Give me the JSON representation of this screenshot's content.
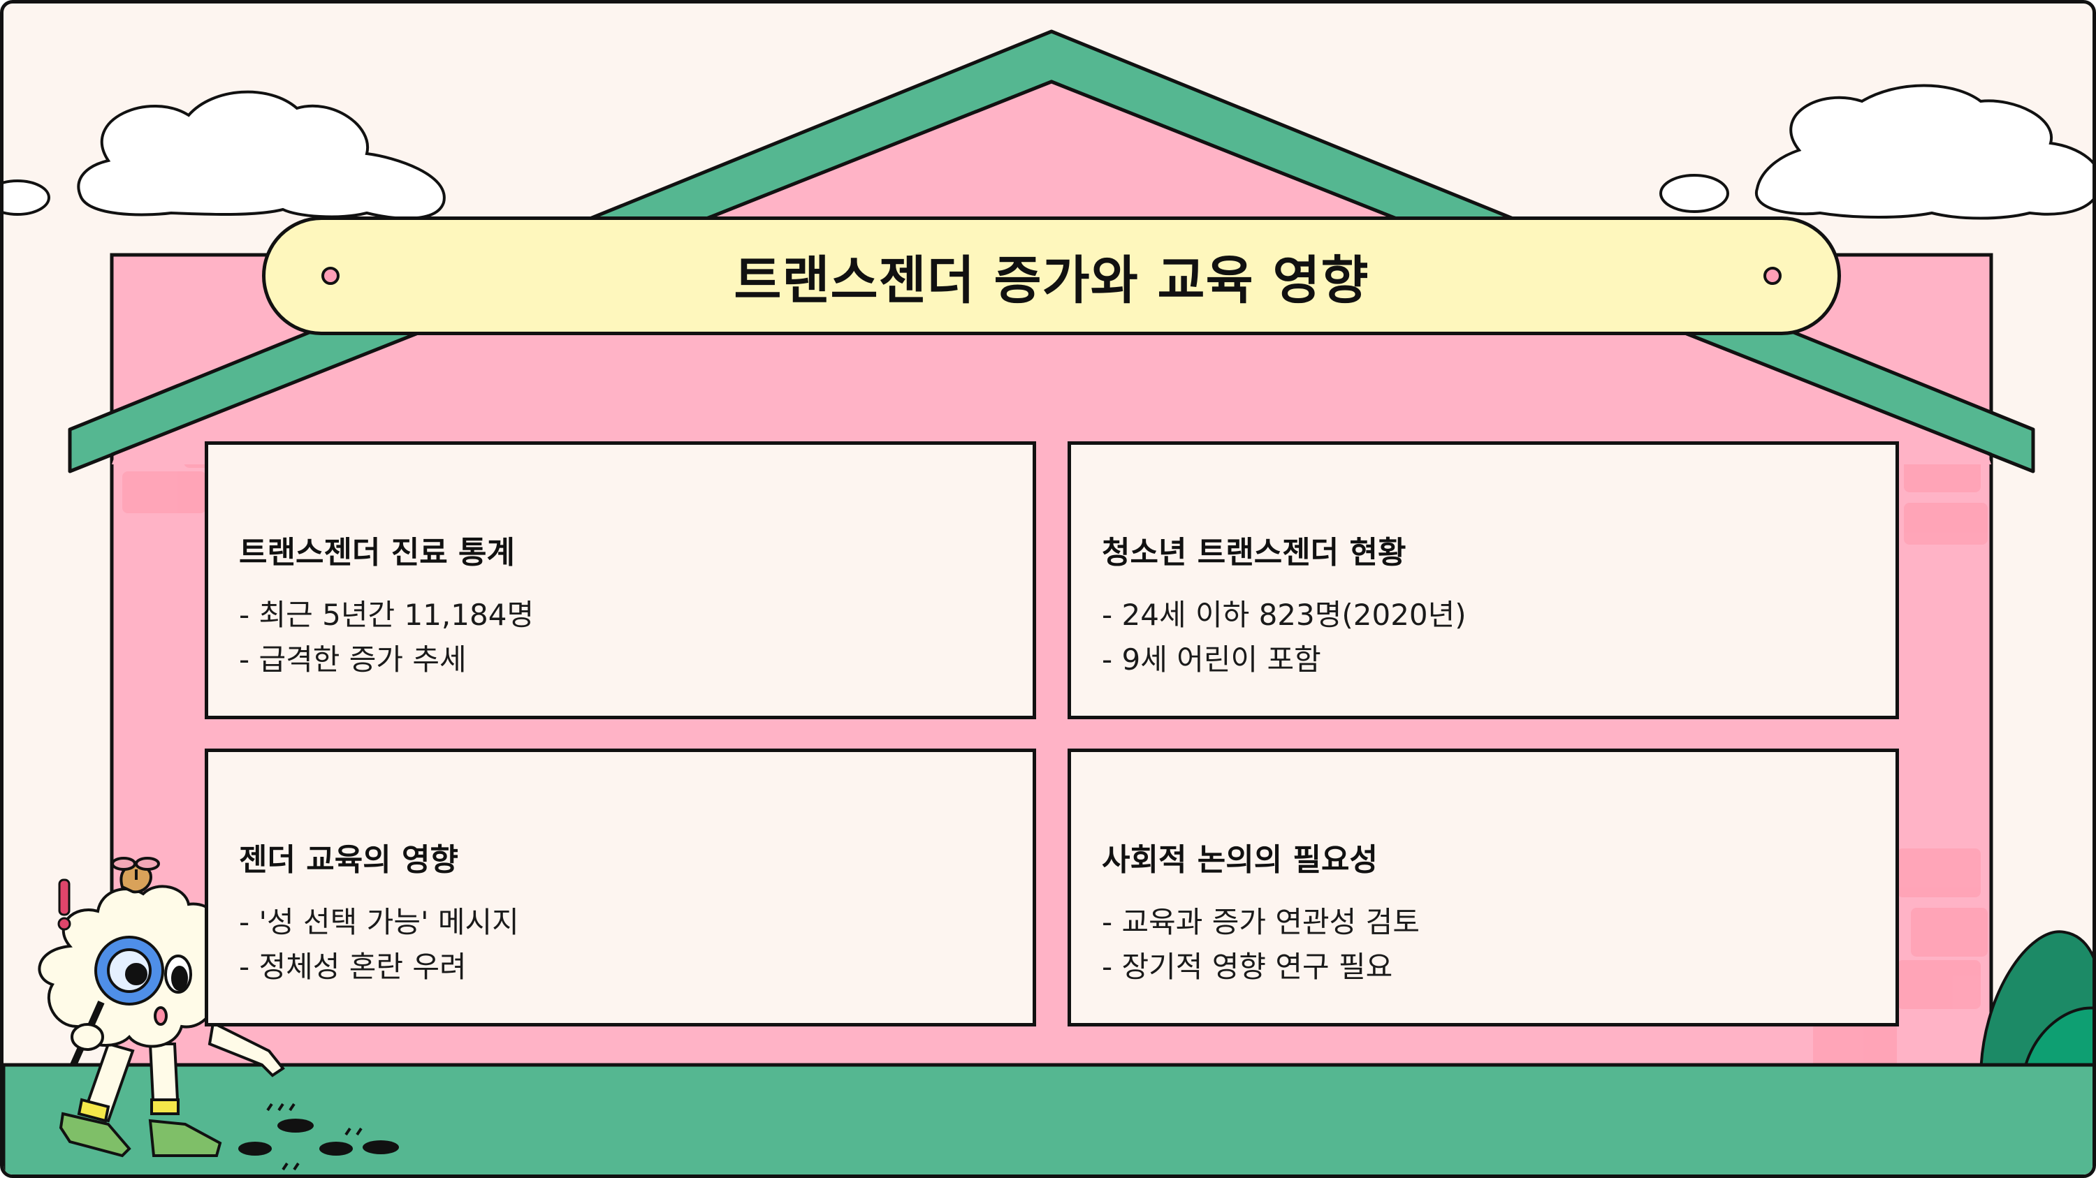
{
  "title": "트랜스젠더 증가와 교육 영향",
  "cards": [
    {
      "heading": "트랜스젠더 진료 통계",
      "items": [
        "- 최근 5년간 11,184명",
        "- 급격한 증가 추세"
      ]
    },
    {
      "heading": "청소년 트랜스젠더 현황",
      "items": [
        "- 24세 이하 823명(2020년)",
        "- 9세 어린이 포함"
      ]
    },
    {
      "heading": "젠더 교육의 영향",
      "items": [
        "- '성 선택 가능' 메시지",
        "- 정체성 혼란 우려"
      ]
    },
    {
      "heading": "사회적 논의의 필요성",
      "items": [
        "- 교육과 증가 연관성 검토",
        "- 장기적 영향 연구 필요"
      ]
    }
  ],
  "colors": {
    "background": "#fdf5f0",
    "house_wall": "#ffb3c6",
    "roof": "#55b791",
    "ground": "#55b791",
    "title_pill": "#fef7bd",
    "outline": "#111111"
  }
}
